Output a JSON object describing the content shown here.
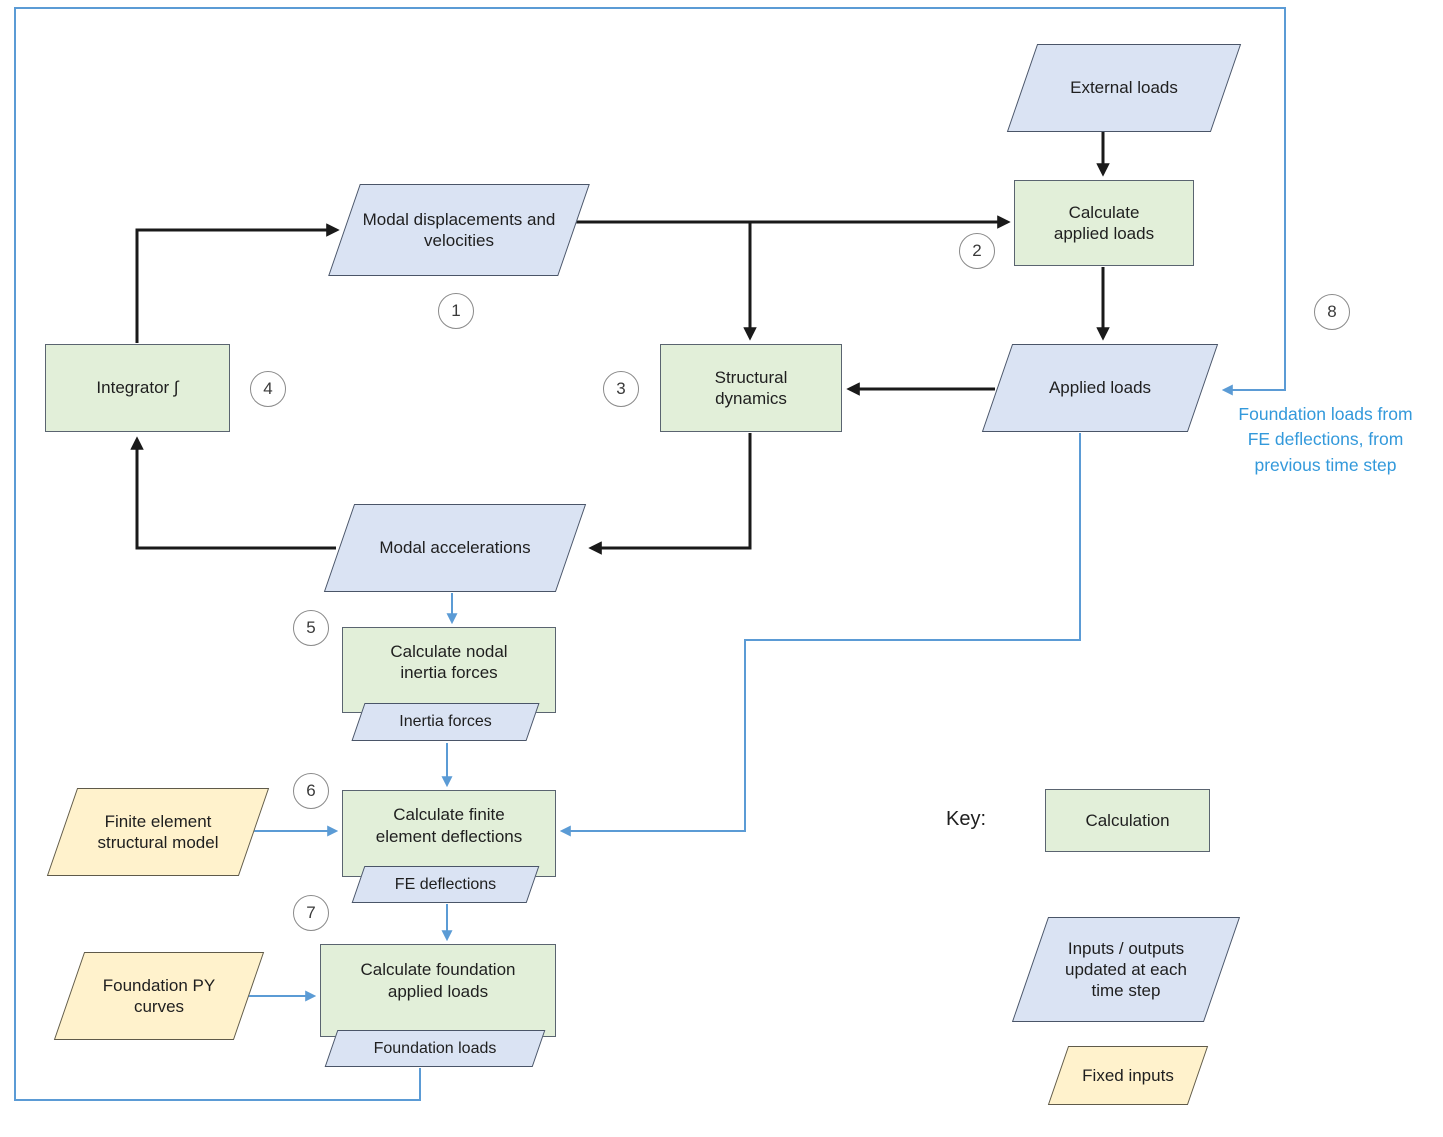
{
  "nodes": {
    "external_loads": {
      "label": "External loads"
    },
    "calculate_applied_loads": {
      "label": "Calculate applied loads"
    },
    "modal_displacements": {
      "label": "Modal displacements and velocities"
    },
    "applied_loads": {
      "label": "Applied loads"
    },
    "structural_dynamics": {
      "label": "Structural dynamics"
    },
    "integrator": {
      "label": "Integrator ∫"
    },
    "modal_accelerations": {
      "label": "Modal accelerations"
    },
    "calculate_nodal_inertia_forces": {
      "label": "Calculate nodal inertia forces"
    },
    "inertia_forces": {
      "label": "Inertia forces"
    },
    "finite_element_structural_model": {
      "label": "Finite element structural model"
    },
    "calculate_finite_element_deflections": {
      "label": "Calculate finite element deflections"
    },
    "fe_deflections": {
      "label": "FE deflections"
    },
    "foundation_py_curves": {
      "label": "Foundation PY curves"
    },
    "calculate_foundation_applied_loads": {
      "label": "Calculate foundation applied loads"
    },
    "foundation_loads": {
      "label": "Foundation loads"
    }
  },
  "steps": [
    "1",
    "2",
    "3",
    "4",
    "5",
    "6",
    "7",
    "8"
  ],
  "annotation": {
    "lines": [
      "Foundation loads from",
      "FE deflections, from",
      "previous time step"
    ]
  },
  "key": {
    "title": "Key:",
    "calculation_label": "Calculation",
    "io_label": "Inputs / outputs updated at each time step",
    "fixed_label": "Fixed inputs"
  },
  "colors": {
    "calculation_fill": "#e2efd9",
    "io_fill": "#dae3f3",
    "fixed_fill": "#fff2cc",
    "black_arrow": "#1a1a1a",
    "blue_arrow": "#5b9bd5",
    "annotation_text": "#3399db"
  }
}
